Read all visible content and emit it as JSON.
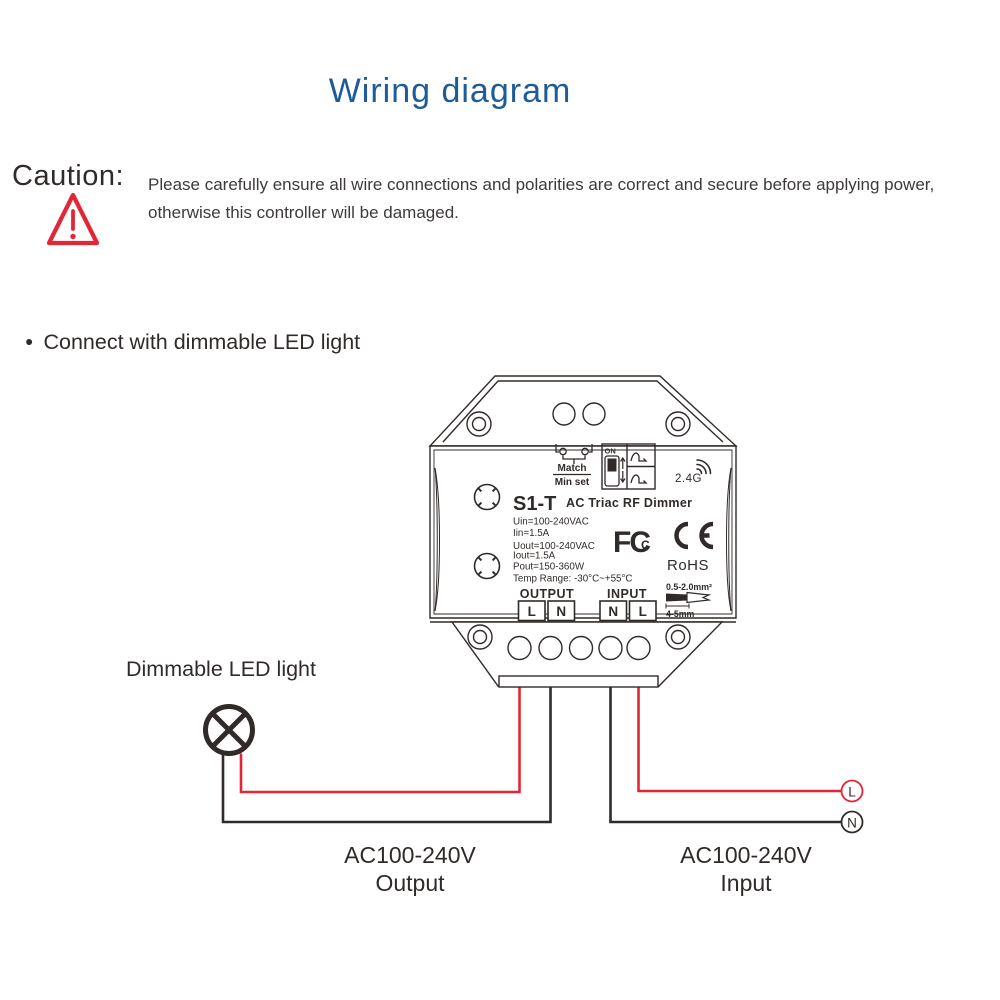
{
  "page": {
    "title": "Wiring diagram"
  },
  "caution": {
    "label": "Caution:",
    "text_line1": "Please carefully ensure all wire connections and polarities are correct and secure before applying power,",
    "text_line2": "otherwise this controller will be damaged."
  },
  "section": {
    "bullet": "●",
    "label": "Connect with dimmable LED light"
  },
  "device": {
    "model": "S1-T",
    "name": "AC Triac RF Dimmer",
    "match_button": {
      "label_top": "Match",
      "label_bottom": "Min set"
    },
    "dip_switch": {
      "on_label": "ON"
    },
    "rf": {
      "label": "2.4G"
    },
    "specs": [
      "Uin=100-240VAC",
      "Iin=1.5A",
      "Uout=100-240VAC",
      "Iout=1.5A",
      "Pout=150-360W",
      "Temp Range: -30°C~+55°C"
    ],
    "certifications": {
      "fcc": "FC",
      "fcc_small_c": "C",
      "ce": "CE",
      "rohs": "RoHS"
    },
    "output": {
      "label": "OUTPUT",
      "terminal_left": "L",
      "terminal_right": "N"
    },
    "input": {
      "label": "INPUT",
      "terminal_left": "N",
      "terminal_right": "L"
    },
    "wire_spec": {
      "gauge": "0.5-2.0mm²",
      "strip_length": "4-5mm"
    }
  },
  "wiring": {
    "load_label": "Dimmable LED light",
    "output_caption_line1": "AC100-240V",
    "output_caption_line2": "Output",
    "input_caption_line1": "AC100-240V",
    "input_caption_line2": "Input",
    "live_node": "L",
    "neutral_node": "N"
  },
  "colors": {
    "title": "#1d5b99",
    "accent_red": "#e32636",
    "ink": "#302b29",
    "body_text": "#3e3a39"
  }
}
